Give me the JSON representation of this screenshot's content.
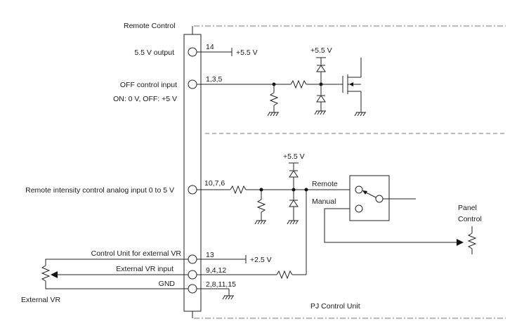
{
  "labels": {
    "remote_control": "Remote Control",
    "pj_control_unit": "PJ Control Unit",
    "output_55v": "5.5 V output",
    "off_control_input": "OFF control input",
    "on_off_levels": "ON: 0 V, OFF: +5 V",
    "intensity_input": "Remote intensity control analog input 0 to 5 V",
    "control_unit_external_vr": "Control Unit for external VR",
    "external_vr_input": "External VR input",
    "gnd": "GND",
    "external_vr": "External VR",
    "panel_control_line1": "Panel",
    "panel_control_line2": "Control",
    "switch_remote": "Remote",
    "switch_manual": "Manual"
  },
  "pins": {
    "p14": "14",
    "p135": "1,3,5",
    "p1076": "10,7,6",
    "p13": "13",
    "p9412": "9,4,12",
    "p281115": "2,8,11,15"
  },
  "voltages": {
    "v55_a": "+5.5 V",
    "v55_b": "+5.5 V",
    "v55_c": "+5.5 V",
    "v25": "+2.5 V"
  }
}
